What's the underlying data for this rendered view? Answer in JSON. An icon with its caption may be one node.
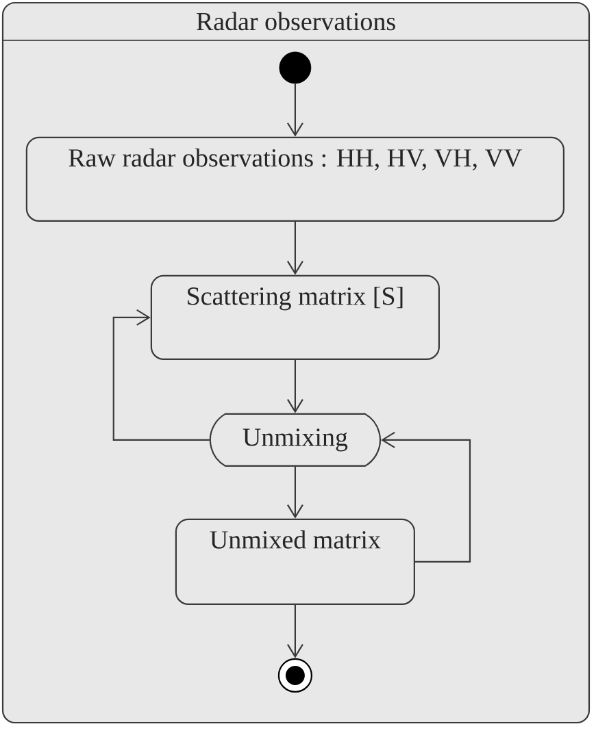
{
  "diagram": {
    "nodes": [
      {
        "text": [
          "Radar observations"
        ]
      },
      {
        "text": [],
        "shape": "circle",
        "in": 0
      },
      {
        "text": [
          "Raw radar observations : HH, HV, VH, VV"
        ],
        "in": 0
      },
      {
        "text": [
          "Scattering matrix [S]"
        ],
        "in": 0
      },
      {
        "text": [
          "Unmixing"
        ],
        "in": 0
      },
      {
        "text": [
          "Unmixed matrix"
        ],
        "in": 0
      },
      {
        "text": [],
        "shape": "bullseye",
        "in": 0
      }
    ],
    "edges": [
      {
        "from": 1,
        "to": 2,
        "arrow": "to"
      },
      {
        "from": 2,
        "to": 3,
        "arrow": "to"
      },
      {
        "from": 3,
        "to": 4,
        "arrow": "to"
      },
      {
        "from": 4,
        "to": 3,
        "arrow": "to"
      },
      {
        "from": 4,
        "to": 5,
        "arrow": "to"
      },
      {
        "from": 5,
        "to": 4,
        "arrow": "to"
      },
      {
        "from": 5,
        "to": 6,
        "arrow": "to"
      }
    ]
  }
}
